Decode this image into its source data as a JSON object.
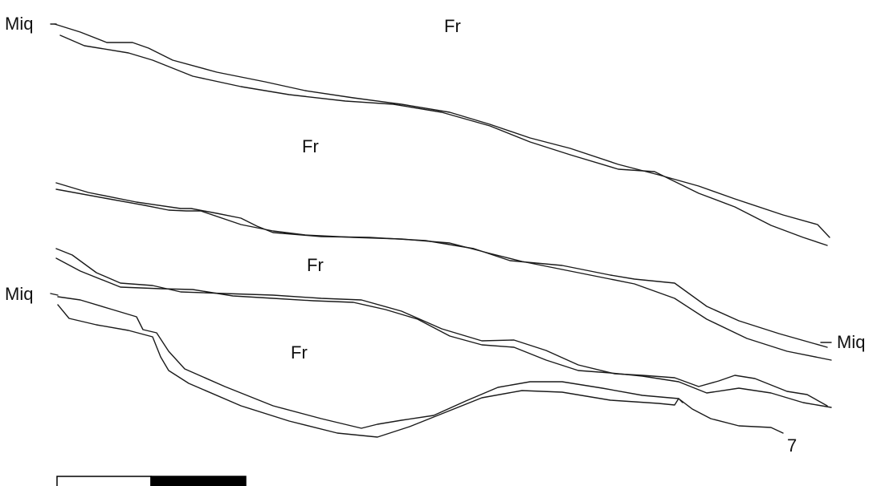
{
  "labels": {
    "miq_top_left": "Miq",
    "fr_top": "Fr",
    "fr_upper": "Fr",
    "fr_middle": "Fr",
    "miq_mid_left": "Miq",
    "fr_lower": "Fr",
    "miq_right": "Miq",
    "number_seven": "7"
  },
  "colors": {
    "line": "#1a1a1a",
    "scale_bar_dark": "#000000",
    "scale_bar_light": "#ffffff",
    "background": "#ffffff"
  }
}
